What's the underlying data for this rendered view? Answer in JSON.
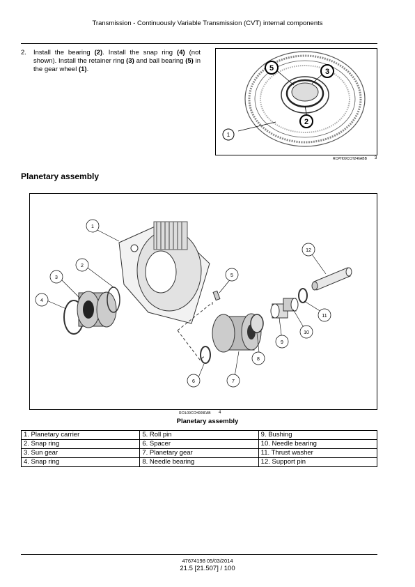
{
  "header": {
    "title": "Transmission - Continuously Variable Transmission (CVT) internal components"
  },
  "step": {
    "number": "2.",
    "text": "Install the bearing (2).  Install the snap ring (4) (not shown).  Install the retainer ring (3) and ball bearing (5) in the gear wheel (1)."
  },
  "figure1": {
    "code": "RCPH09CCH246ABB",
    "index": "3",
    "callouts": [
      "5",
      "3",
      "2",
      "1"
    ]
  },
  "section": {
    "title": "Planetary assembly"
  },
  "figure2": {
    "code": "RCIL09CCH009FAB",
    "index": "4",
    "caption": "Planetary assembly",
    "callouts": [
      "1",
      "2",
      "3",
      "4",
      "5",
      "6",
      "7",
      "8",
      "9",
      "10",
      "11",
      "12"
    ]
  },
  "parts": {
    "rows": [
      [
        "1. Planetary carrier",
        "5. Roll pin",
        "9. Bushing"
      ],
      [
        "2. Snap ring",
        "6. Spacer",
        "10. Needle bearing"
      ],
      [
        "3. Sun gear",
        "7. Planetary gear",
        "11. Thrust washer"
      ],
      [
        "4. Snap ring",
        "8. Needle bearing",
        "12. Support pin"
      ]
    ]
  },
  "footer": {
    "doc": "47674198 05/03/2014",
    "page": "21.5 [21.507] / 100"
  }
}
